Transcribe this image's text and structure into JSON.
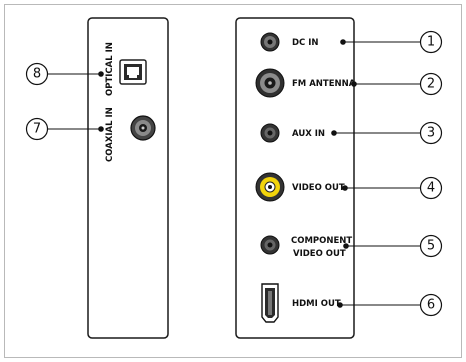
{
  "connectors": {
    "dc_in": {
      "number": "1",
      "label": "DC IN"
    },
    "fm_antenna": {
      "number": "2",
      "label": "FM ANTENNA"
    },
    "aux_in": {
      "number": "3",
      "label": "AUX IN"
    },
    "video_out": {
      "number": "4",
      "label": "VIDEO OUT"
    },
    "component_video_out": {
      "number": "5",
      "label_line1": "COMPONENT",
      "label_line2": "VIDEO OUT"
    },
    "hdmi_out": {
      "number": "6",
      "label": "HDMI OUT"
    },
    "coaxial_in": {
      "number": "7",
      "label": "COAXIAL IN"
    },
    "optical_in": {
      "number": "8",
      "label": "OPTICAL IN"
    }
  },
  "colors": {
    "panel_fill": "#ffffff",
    "panel_stroke": "#1a1a1a",
    "video_jack": "#f2d40c",
    "jack_dark": "#2a2a2a"
  }
}
